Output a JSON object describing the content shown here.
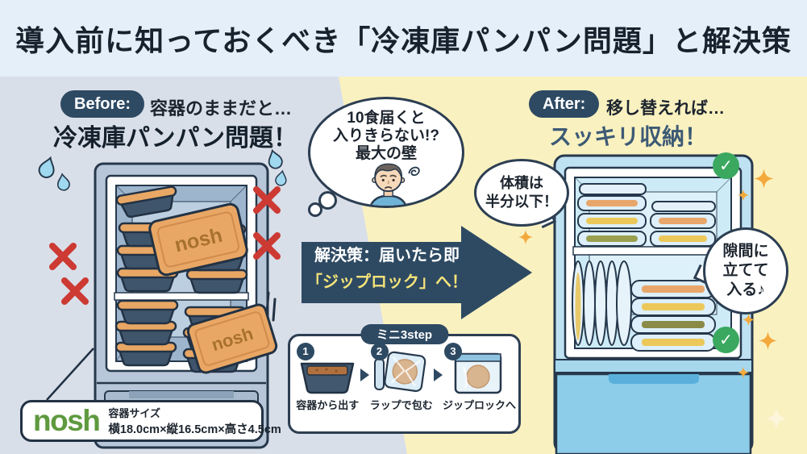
{
  "banner": {
    "title": "導入前に知っておくべき「冷凍庫パンパン問題」と解決策"
  },
  "before": {
    "badge": "Before:",
    "intro": "容器のままだと…",
    "heading": "冷凍庫パンパン問題！",
    "tray_label": "nosh",
    "info": {
      "brand": "nosh",
      "size_label": "容器サイズ",
      "size_value": "横18.0cm×縦16.5cm×高さ4.5cm"
    }
  },
  "thought_bubble": {
    "line1": "10食届くと",
    "line2": "入りきらない!?",
    "line3": "最大の壁"
  },
  "solution_arrow": {
    "line1": "解決策：届いたら即",
    "line2": "「ジップロック」へ！"
  },
  "steps": {
    "header": "ミニ3step",
    "items": [
      {
        "number": "1",
        "label": "容器から出す"
      },
      {
        "number": "2",
        "label": "ラップで包む"
      },
      {
        "number": "3",
        "label": "ジップロックへ"
      }
    ]
  },
  "after": {
    "badge": "After:",
    "intro": "移し替えれば…",
    "heading": "スッキリ収納！",
    "bubble_volume": {
      "line1": "体積は",
      "line2": "半分以下！"
    },
    "bubble_gap": {
      "line1": "隙間に",
      "line2": "立てて",
      "line3": "入る♪"
    },
    "check_mark": "✓"
  },
  "colors": {
    "navy": "#2e4a63",
    "arrow_highlight_yellow": "#f5e479",
    "red_x": "#cc3a33",
    "green_check": "#3aa85f",
    "sparkle_orange": "#f3a93c",
    "brand_green": "#5e9a3e",
    "panel_blue": "#d9dfe9",
    "panel_yellow": "#f9f1c0",
    "banner_blue": "#e4eff9"
  }
}
